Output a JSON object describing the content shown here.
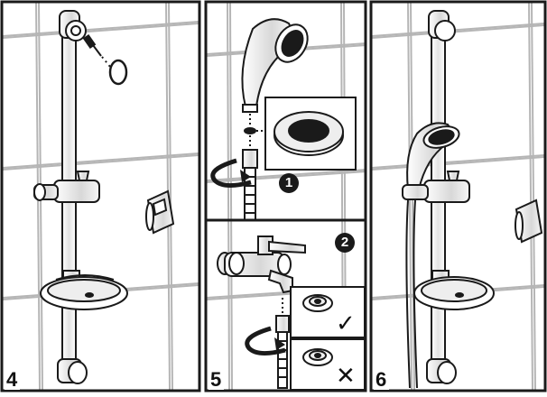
{
  "panels": [
    {
      "number": "4"
    },
    {
      "number": "5",
      "steps": [
        {
          "badge": "1"
        },
        {
          "badge": "2"
        }
      ]
    },
    {
      "number": "6"
    }
  ],
  "marks": {
    "correct": "✓",
    "wrong": "✕"
  },
  "colors": {
    "line": "#1a1a1a",
    "tile_grout": "#b5b5b5",
    "background": "#ffffff",
    "badge": "#1a1a1a"
  }
}
